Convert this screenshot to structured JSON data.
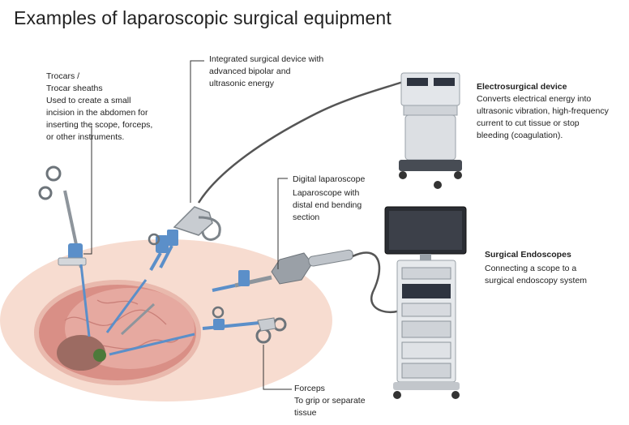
{
  "title": "Examples of laparoscopic surgical equipment",
  "labels": {
    "trocars": {
      "heading_line1": "Trocars /",
      "heading_line2": "Trocar sheaths",
      "description": [
        "Used to create a small",
        "incision in the abdomen for",
        "inserting the scope, forceps,",
        "or other instruments."
      ]
    },
    "integrated": {
      "heading": [
        "Integrated surgical device with",
        "advanced bipolar and",
        "ultrasonic energy"
      ]
    },
    "electrosurgical": {
      "heading": "Electrosurgical device",
      "description": [
        "Converts electrical energy into",
        "ultrasonic vibration, high-frequency",
        "current to cut tissue or stop",
        "bleeding (coagulation)."
      ]
    },
    "laparoscope": {
      "heading": "Digital laparoscope",
      "description": [
        "Laparoscope with",
        "distal end bending",
        "section"
      ]
    },
    "endoscopes": {
      "heading": "Surgical Endoscopes",
      "description": [
        "Connecting a scope to a",
        "surgical endoscopy system"
      ]
    },
    "forceps": {
      "heading": "Forceps",
      "description": [
        "To grip or separate",
        "tissue"
      ]
    }
  },
  "colors": {
    "skin": "#f6d9cc",
    "tissue": "#e7b7ac",
    "instrument_blue": "#5b8fc9",
    "device_gray": "#cfd3d8",
    "screen": "#2a2d33"
  }
}
